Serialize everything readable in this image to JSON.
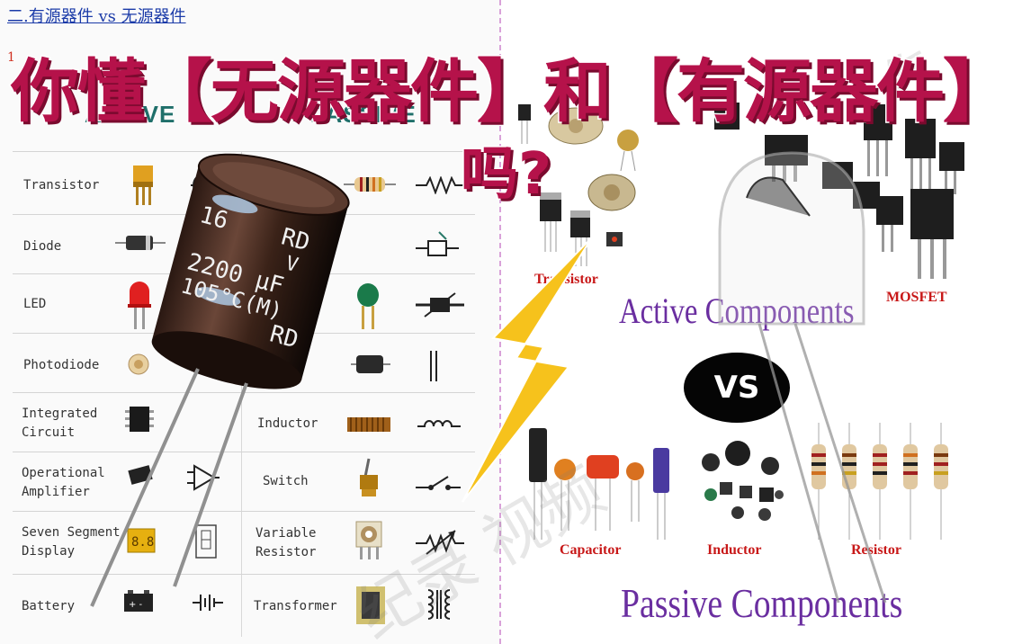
{
  "title": {
    "line1": "你懂【无源器件】和【有源器件】",
    "line2": "吗?"
  },
  "document": {
    "heading": "二.有源器件 vs 无源器件",
    "subheading": "1",
    "active_header": "ACTIVE",
    "passive_header": "PASSIVE",
    "active_rows": [
      "Transistor",
      "Diode",
      "LED",
      "Photodiode",
      "Integrated\nCircuit",
      "Operational\nAmplifier",
      "Seven Segment\nDisplay",
      "Battery"
    ],
    "passive_rows": [
      "Inductor",
      "Switch",
      "Variable\nResistor",
      "Transformer"
    ]
  },
  "capacitor": {
    "line1": "16",
    "line2": "RD",
    "line3": "V",
    "line4": "2200 μF",
    "line5": "105°C(M)",
    "bottom": "RD"
  },
  "right_panel": {
    "transistor_label": "Transistor",
    "mosfet_label": "MOSFET",
    "active_title": "Active Components",
    "vs_label": "VS",
    "capacitor_label": "Capacitor",
    "inductor_label": "Inductor",
    "resistor_label": "Resistor",
    "passive_title": "Passive Components"
  },
  "colors": {
    "title_fill": "#b5124a",
    "lightning": "#f6c21c",
    "purple": "#6a2ea0",
    "label_red": "#c81818"
  }
}
